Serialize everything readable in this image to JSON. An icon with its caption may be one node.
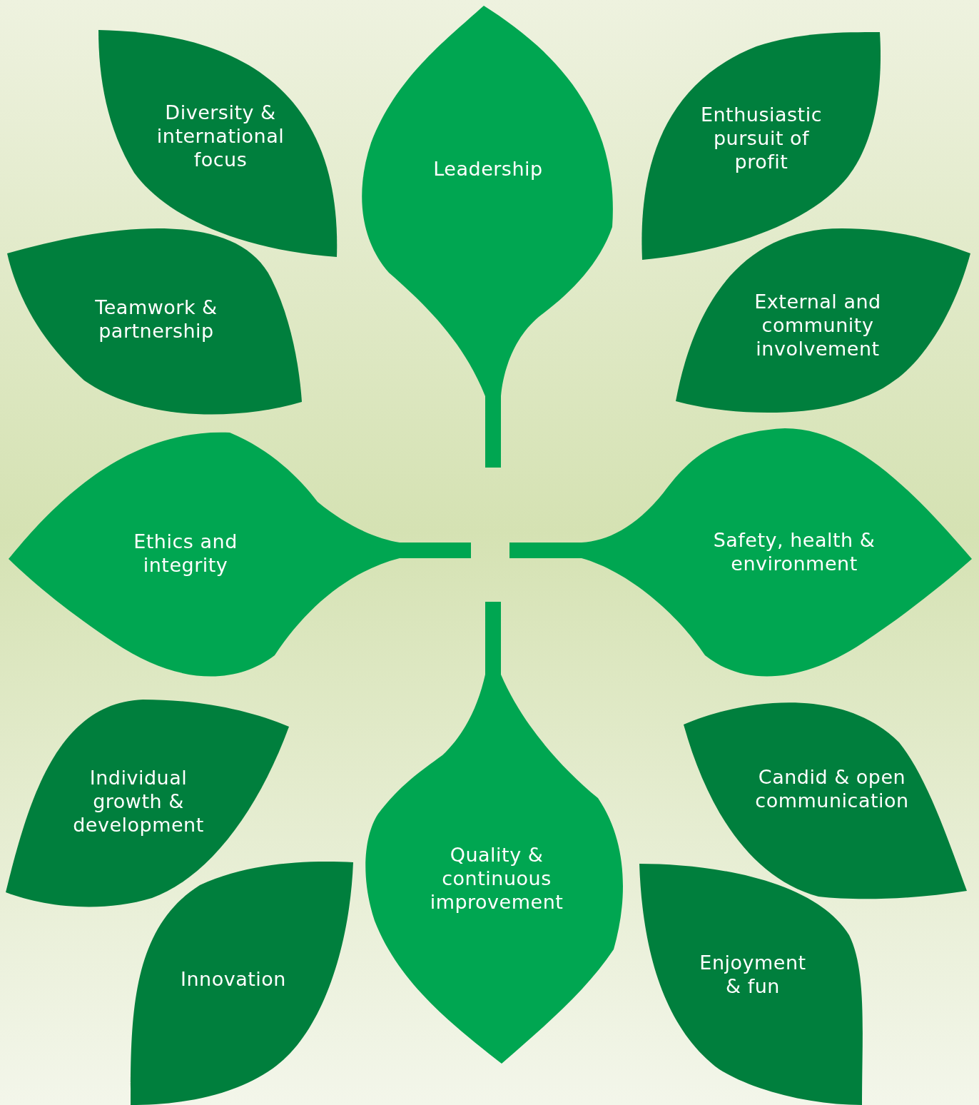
{
  "diagram": {
    "nodes": [
      {
        "text": [
          "Diversity & international focus"
        ]
      },
      {
        "text": [
          "Leadership"
        ]
      },
      {
        "text": [
          "Enthusiastic pursuit of profit"
        ]
      },
      {
        "text": [
          "Teamwork & partnership"
        ]
      },
      {
        "text": [
          "External and community involvement"
        ]
      },
      {
        "text": [
          "Ethics and integrity"
        ]
      },
      {
        "text": [
          "Safety, health & environment"
        ]
      },
      {
        "text": [
          "Individual growth & development"
        ]
      },
      {
        "text": [
          "Candid & open communication"
        ]
      },
      {
        "text": [
          "Quality & continuous improvement"
        ]
      },
      {
        "text": [
          "Innovation"
        ]
      },
      {
        "text": [
          "Enjoyment & fun"
        ]
      }
    ]
  }
}
